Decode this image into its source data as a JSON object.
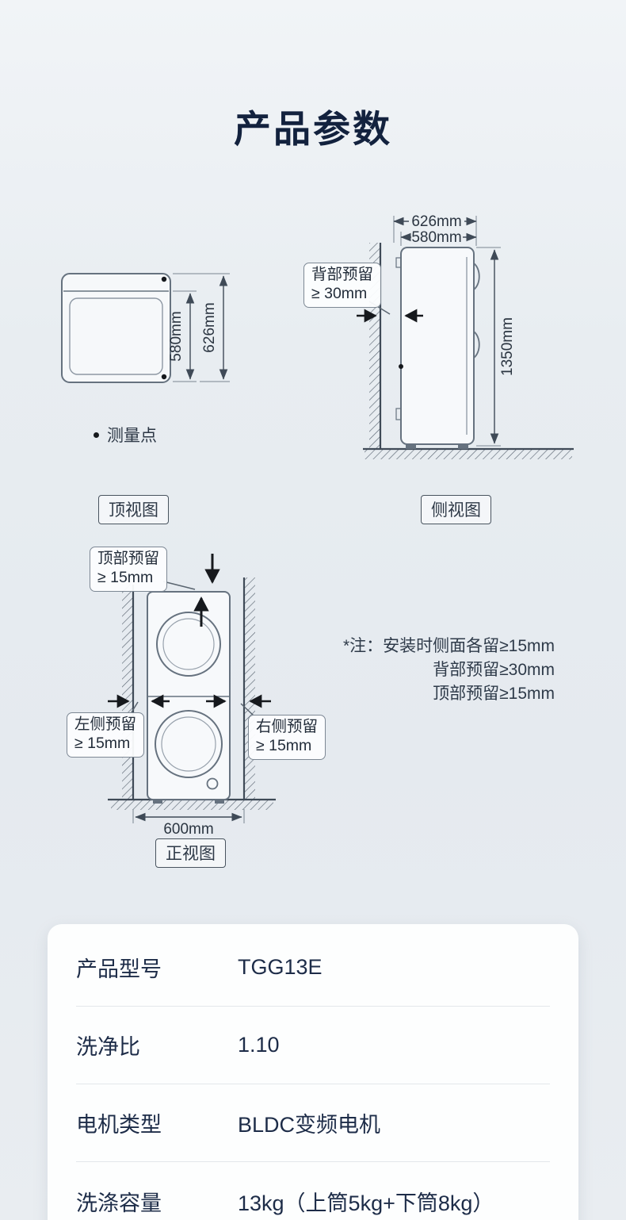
{
  "page": {
    "title": "产品参数"
  },
  "diagrams": {
    "top_view": {
      "label": "顶视图",
      "dim_inner": "580mm",
      "dim_outer": "626mm",
      "legend": "测量点"
    },
    "side_view": {
      "label": "侧视图",
      "dim_depth_outer": "626mm",
      "dim_depth_inner": "580mm",
      "dim_height": "1350mm",
      "callout_back_line1": "背部预留",
      "callout_back_line2": "≥ 30mm"
    },
    "front_view": {
      "label": "正视图",
      "dim_width": "600mm",
      "callout_top_line1": "顶部预留",
      "callout_top_line2": "≥ 15mm",
      "callout_left_line1": "左侧预留",
      "callout_left_line2": "≥ 15mm",
      "callout_right_line1": "右侧预留",
      "callout_right_line2": "≥ 15mm"
    },
    "notes": {
      "line1": "*注：安装时侧面各留≥15mm",
      "line2": "背部预留≥30mm",
      "line3": "顶部预留≥15mm"
    }
  },
  "spec_table": {
    "rows": [
      {
        "label": "产品型号",
        "value": "TGG13E"
      },
      {
        "label": "洗净比",
        "value": "1.10"
      },
      {
        "label": "电机类型",
        "value": "BLDC变频电机"
      },
      {
        "label": "洗涤容量",
        "value": "13kg（上筒5kg+下筒8kg）"
      }
    ]
  },
  "colors": {
    "title": "#13223e",
    "text": "#1d2c48",
    "diagram_line": "#66727f",
    "accent_black": "#16191d",
    "card_bg": "#fdfefe",
    "page_bg": "#e8edf1"
  }
}
